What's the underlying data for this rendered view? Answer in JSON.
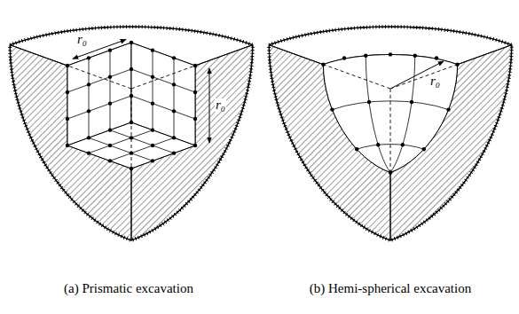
{
  "diagram": {
    "labels": [
      "r₀",
      "r₀",
      "(a) Prismatic excavation",
      "r₀",
      "(b) Hemi-spherical excavation"
    ]
  }
}
